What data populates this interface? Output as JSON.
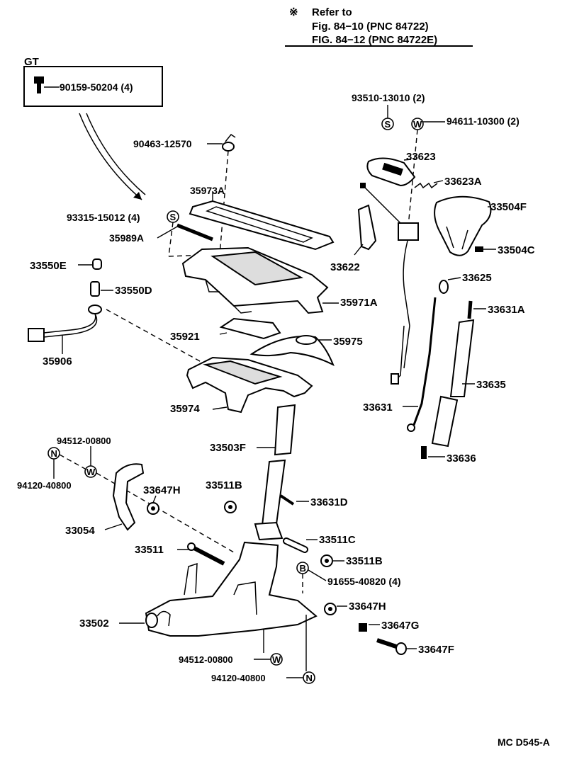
{
  "refer_note": {
    "symbol": "※",
    "line1": "Refer to",
    "line2": "Fig. 84−10 (PNC 84722)",
    "line3": "FIG. 84−12 (PNC 84722E)"
  },
  "gt_box": {
    "title": "GT",
    "part": "90159-50204 (4)"
  },
  "symbols": {
    "s": "S",
    "w": "W",
    "n": "N",
    "b": "B"
  },
  "parts": {
    "p93510": "93510-13010 (2)",
    "p94611": "94611-10300 (2)",
    "p90463": "90463-12570",
    "p33623": "33623",
    "p33623A": "33623A",
    "p35973A": "35973A",
    "p33504F": "33504F",
    "p93315": "93315-15012 (4)",
    "p35989A": "35989A",
    "p33622": "33622",
    "p33504C": "33504C",
    "p33550E": "33550E",
    "p33625": "33625",
    "p33550D": "33550D",
    "p35971A": "35971A",
    "p33631A": "33631A",
    "p35921": "35921",
    "p35975": "35975",
    "p35906": "35906",
    "p33635": "33635",
    "p35974": "35974",
    "p33631": "33631",
    "p94512a": "94512-00800",
    "p33503F": "33503F",
    "p33636": "33636",
    "p94120a": "94120-40800",
    "p33647H_a": "33647H",
    "p33511B_a": "33511B",
    "p33631D": "33631D",
    "p33054": "33054",
    "p33511": "33511",
    "p33511C": "33511C",
    "p33511B_b": "33511B",
    "p91655": "91655-40820 (4)",
    "p33647H_b": "33647H",
    "p33502": "33502",
    "p33647G": "33647G",
    "p33647F": "33647F",
    "p94512b": "94512-00800",
    "p94120b": "94120-40800"
  },
  "figure_id": "MC D545-A"
}
